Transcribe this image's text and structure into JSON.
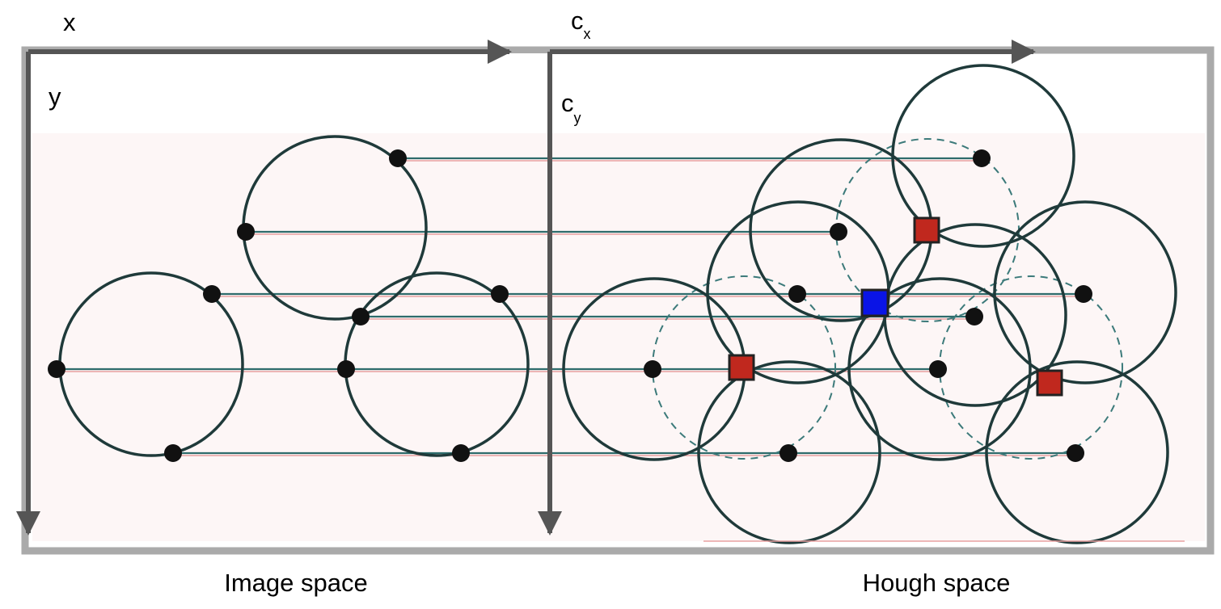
{
  "labels": {
    "image_x": "x",
    "image_y": "y",
    "hough_cx_base": "c",
    "hough_cx_sub": "x",
    "hough_cy_base": "c",
    "hough_cy_sub": "y",
    "caption_left": "Image space",
    "caption_right": "Hough space"
  },
  "colors": {
    "frame": "#aaaaaa",
    "axis": "#555555",
    "circle": "#1f3a3a",
    "line": "#2e6b6b",
    "accumulator_peak": "#0a14e6",
    "accumulator_candidate": "#c0281e"
  }
}
